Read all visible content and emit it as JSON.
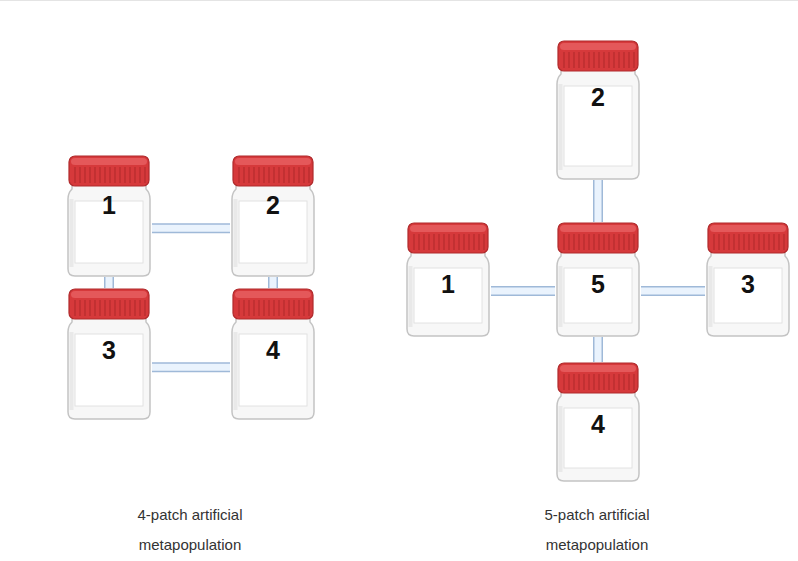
{
  "diagram": {
    "nodes": [
      {
        "text": [
          "1"
        ]
      },
      {
        "text": [
          "2"
        ]
      },
      {
        "text": [
          "3"
        ]
      },
      {
        "text": [
          "4"
        ]
      },
      {
        "text": [
          "2"
        ]
      },
      {
        "text": [
          "1"
        ]
      },
      {
        "text": [
          "5"
        ]
      },
      {
        "text": [
          "3"
        ]
      },
      {
        "text": [
          "4"
        ]
      }
    ],
    "edges": [
      {
        "from": 0,
        "to": 1,
        "arrow": "none"
      },
      {
        "from": 0,
        "to": 2,
        "arrow": "none"
      },
      {
        "from": 1,
        "to": 3,
        "arrow": "none"
      },
      {
        "from": 2,
        "to": 3,
        "arrow": "none"
      },
      {
        "from": 4,
        "to": 6,
        "arrow": "none"
      },
      {
        "from": 5,
        "to": 6,
        "arrow": "none"
      },
      {
        "from": 6,
        "to": 7,
        "arrow": "none"
      },
      {
        "from": 6,
        "to": 8,
        "arrow": "none"
      }
    ],
    "labels": [
      "4-patch artificial metapopulation",
      "5-patch artificial metapopulation"
    ]
  }
}
